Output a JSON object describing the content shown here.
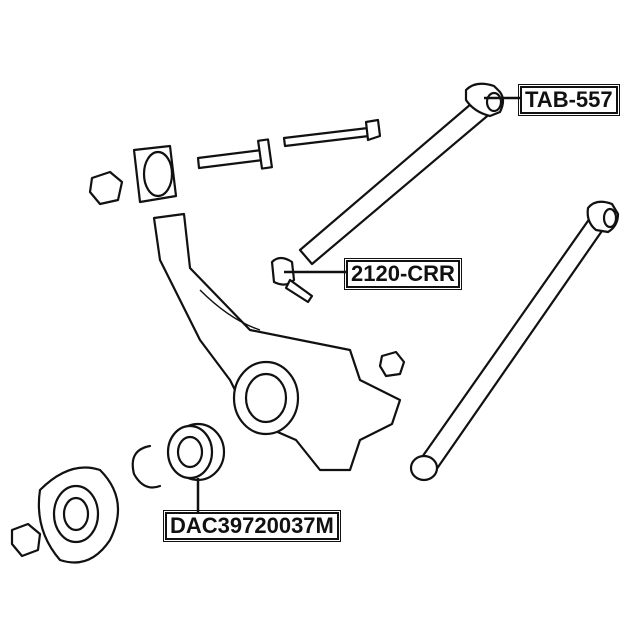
{
  "labels": {
    "tab": "TAB-557",
    "crr": "2120-CRR",
    "dac": "DAC39720037M"
  }
}
